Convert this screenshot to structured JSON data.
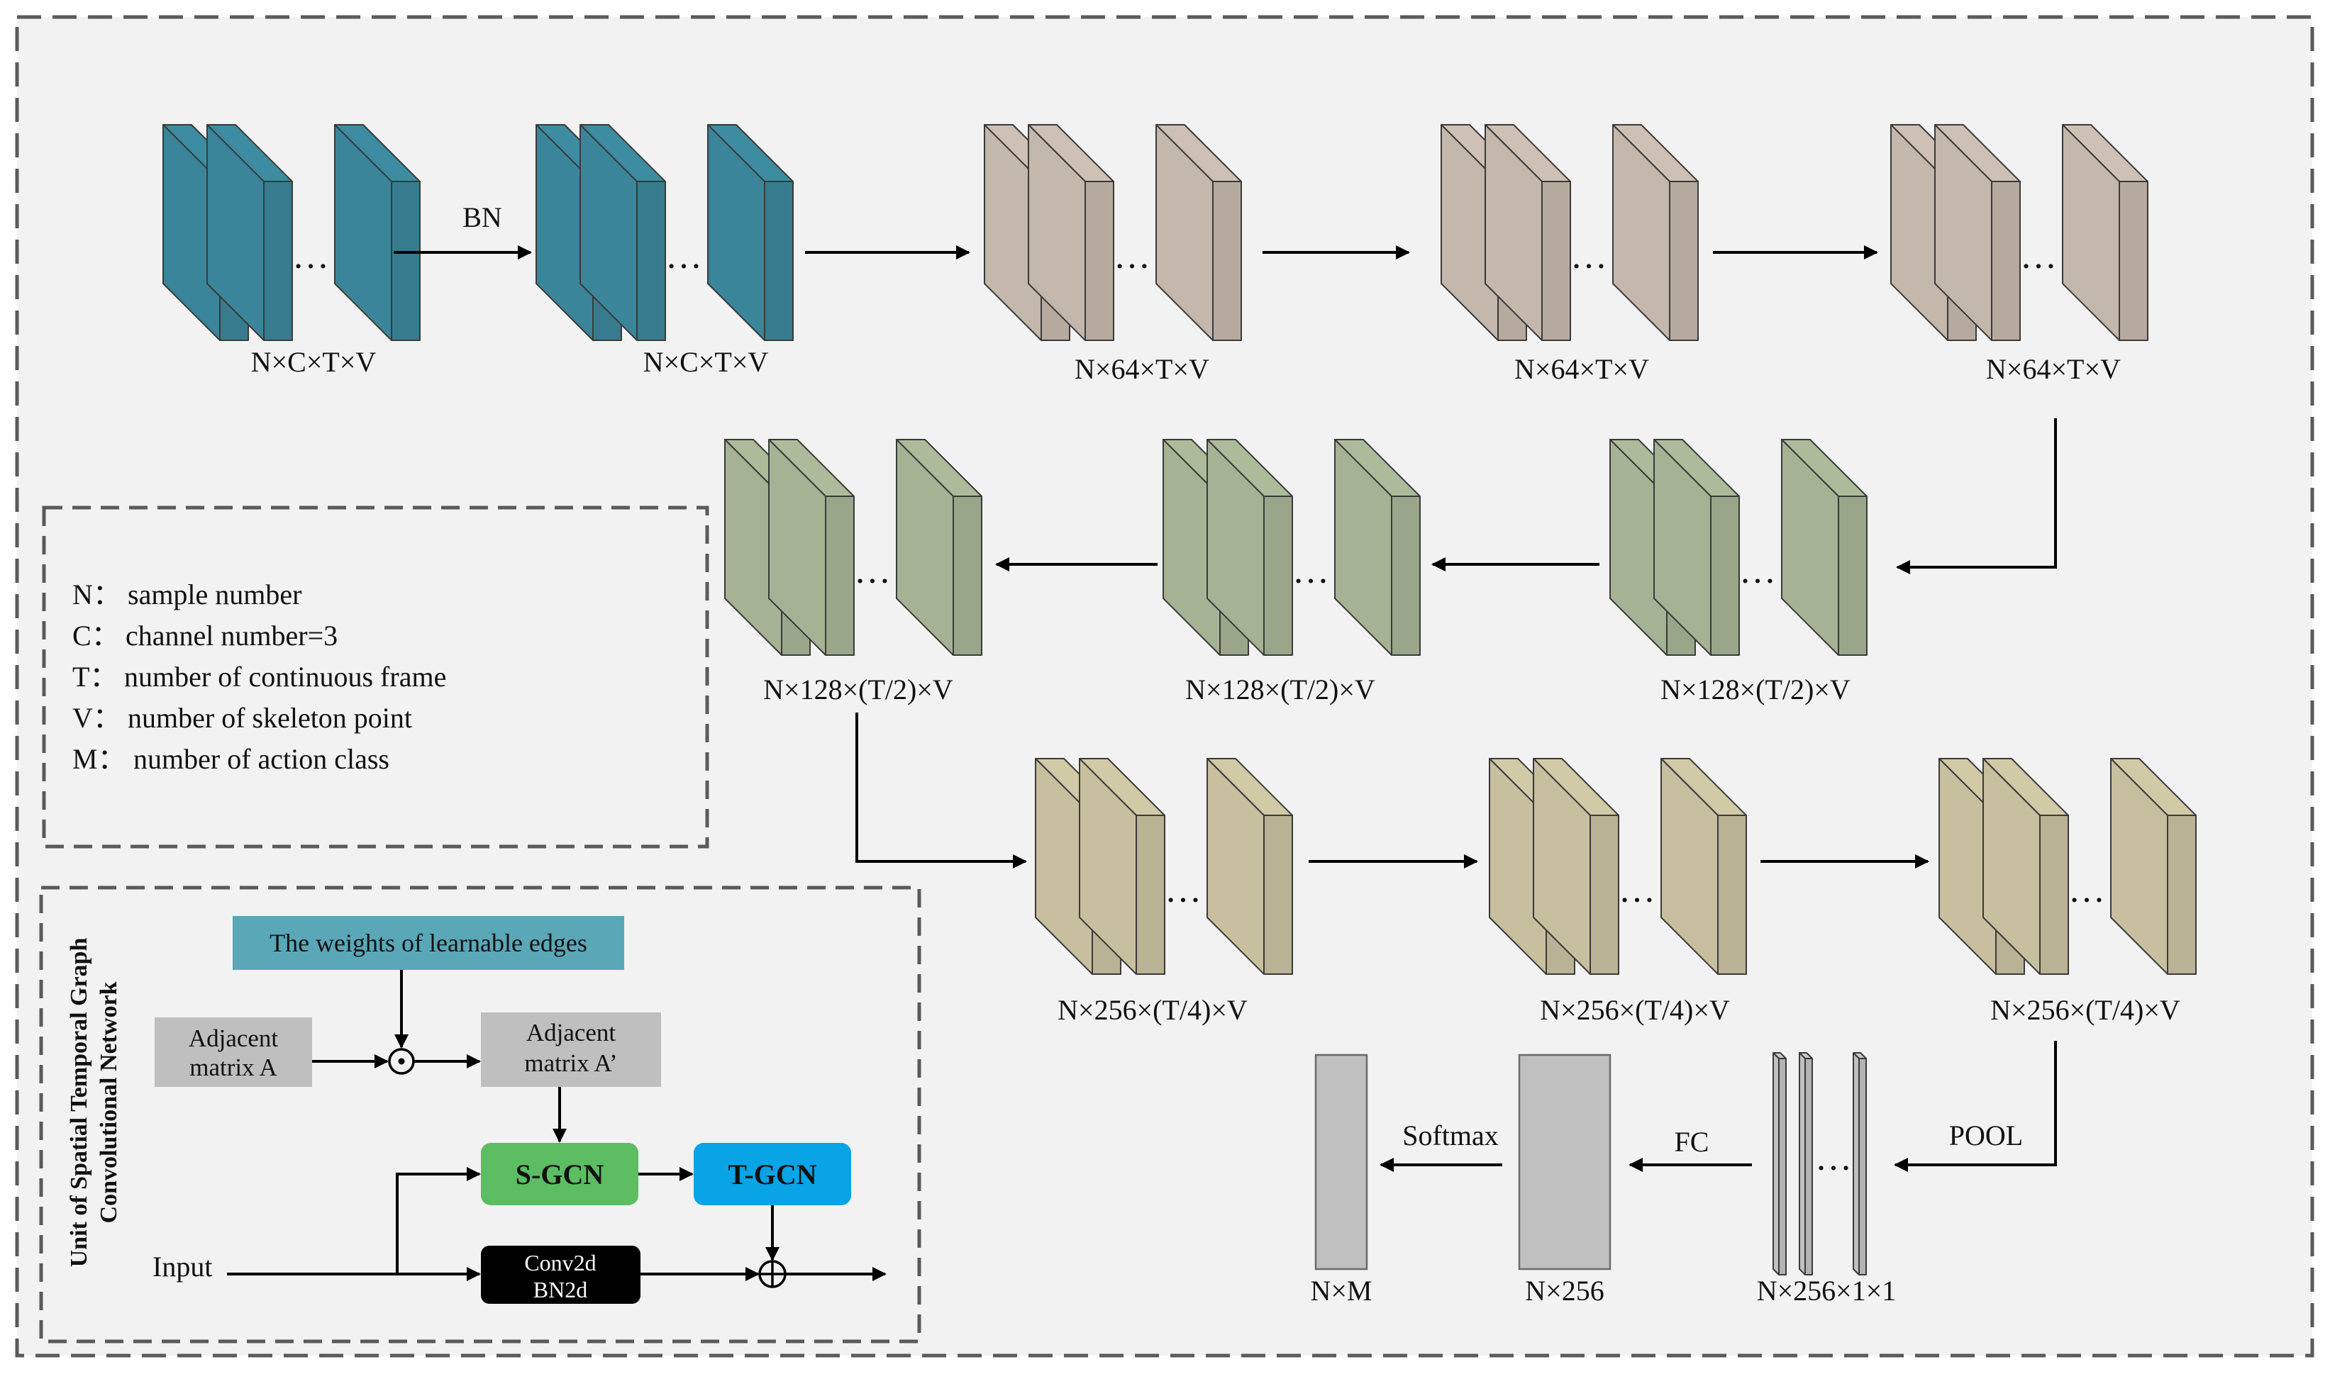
{
  "stages": [
    {
      "dims": "N×C×T×V",
      "color": "#3a8599"
    },
    {
      "dims": "N×C×T×V",
      "color": "#3a8599"
    },
    {
      "dims": "N×64×T×V",
      "color": "#c4b7ab"
    },
    {
      "dims": "N×64×T×V",
      "color": "#c4b7ab"
    },
    {
      "dims": "N×64×T×V",
      "color": "#c4b7ab"
    },
    {
      "dims": "N×128×(T/2)×V",
      "color": "#a6b294"
    },
    {
      "dims": "N×128×(T/2)×V",
      "color": "#a6b294"
    },
    {
      "dims": "N×128×(T/2)×V",
      "color": "#a6b294"
    },
    {
      "dims": "N×256×(T/4)×V",
      "color": "#c8bf9f"
    },
    {
      "dims": "N×256×(T/4)×V",
      "color": "#c8bf9f"
    },
    {
      "dims": "N×256×(T/4)×V",
      "color": "#c8bf9f"
    }
  ],
  "arrow_labels": {
    "bn": "BN",
    "pool": "POOL",
    "fc": "FC",
    "softmax": "Softmax"
  },
  "outputs": {
    "pooled": "N×256×1×1",
    "fc": "N×256",
    "final": "N×M"
  },
  "legend": [
    {
      "symbol": "N：",
      "text": "sample number"
    },
    {
      "symbol": "C：",
      "text": "channel number=3"
    },
    {
      "symbol": "T：",
      "text": "number of continuous frame"
    },
    {
      "symbol": "V：",
      "text": "number of skeleton point"
    },
    {
      "symbol": "M：",
      "text": "number of action class"
    }
  ],
  "unit": {
    "title_line1": "Unit of Spatial Temporal Graph",
    "title_line2": "Convolutional Network",
    "weights": "The weights of learnable edges",
    "adj_a_line1": "Adjacent",
    "adj_a_line2": "matrix A",
    "adj_a2_line1": "Adjacent",
    "adj_a2_line2": "matrix A’",
    "sgcn": "S-GCN",
    "tgcn": "T-GCN",
    "conv_line1": "Conv2d",
    "conv_line2": "BN2d",
    "input": "Input",
    "hadamard": "⊙",
    "plus": "⊕"
  },
  "colors": {
    "weights_box": "#5aa7b8",
    "adjacent_box": "#bfbfbf",
    "sgcn_box": "#5cbd62",
    "tgcn_box": "#08a4e6",
    "conv_box": "#000000",
    "output_box": "#c0c0c0"
  }
}
